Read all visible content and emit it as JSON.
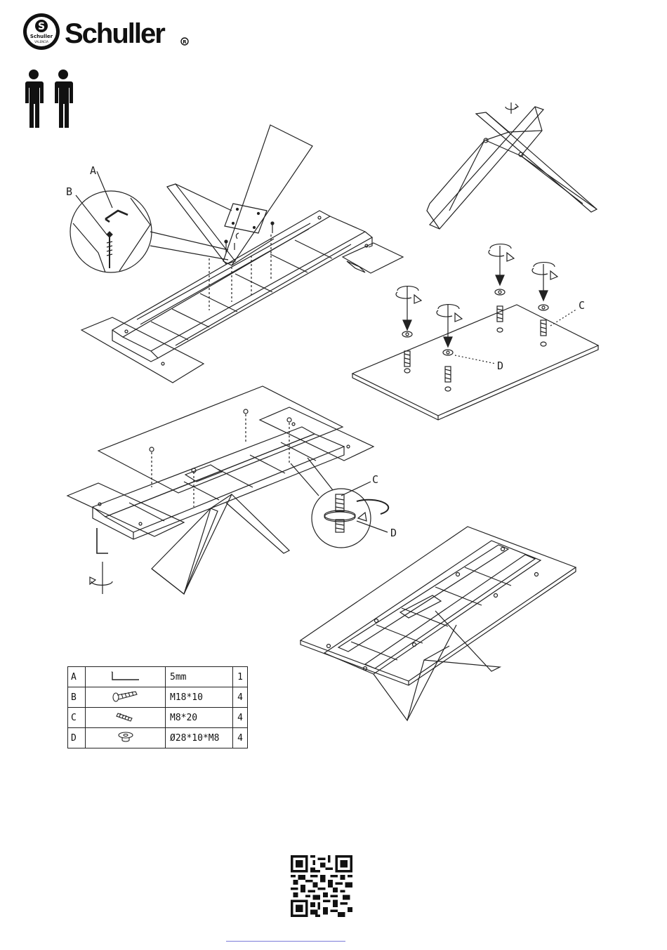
{
  "brand": {
    "name": "Schuller",
    "emblem_letter": "S",
    "emblem_name": "Schuller",
    "emblem_city": "VALENCIA",
    "registered_mark": "R"
  },
  "icons": {
    "people": "two-person-assembly-icon",
    "rotate": "rotate-arrow-icon",
    "qr": "qr-code-icon"
  },
  "callouts": {
    "a": "A",
    "b": "B",
    "c": "C",
    "d": "D"
  },
  "parts": [
    {
      "letter": "A",
      "icon": "allen-key-icon",
      "spec": "5mm",
      "qty": "1"
    },
    {
      "letter": "B",
      "icon": "bolt-icon",
      "spec": "M18*10",
      "qty": "4"
    },
    {
      "letter": "C",
      "icon": "threaded-stud-icon",
      "spec": "M8*20",
      "qty": "4"
    },
    {
      "letter": "D",
      "icon": "washer-nut-icon",
      "spec": "Ø28*10*M8",
      "qty": "4"
    }
  ]
}
